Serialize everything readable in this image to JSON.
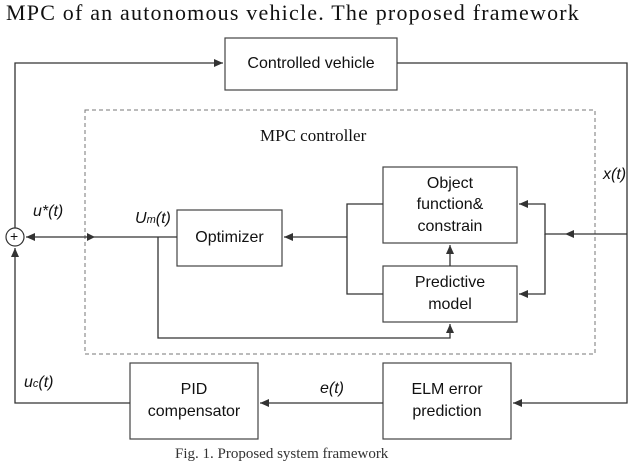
{
  "header_text": "MPC of an autonomous vehicle. The proposed framework",
  "diagram": {
    "blocks": {
      "controlled_vehicle": "Controlled vehicle",
      "mpc_controller": "MPC controller",
      "object_function": "Object\nfunction&\nconstrain",
      "optimizer": "Optimizer",
      "predictive_model": "Predictive\nmodel",
      "pid_compensator": "PID\ncompensator",
      "elm_error_prediction": "ELM error\nprediction"
    },
    "signals": {
      "u_star": "u*(t)",
      "u_m": "Um(t)",
      "u_c": "uc(t)",
      "x": "x(t)",
      "e": "e(t)"
    },
    "sum_symbol": "+"
  },
  "caption": "Fig. 1.  Proposed system framework"
}
